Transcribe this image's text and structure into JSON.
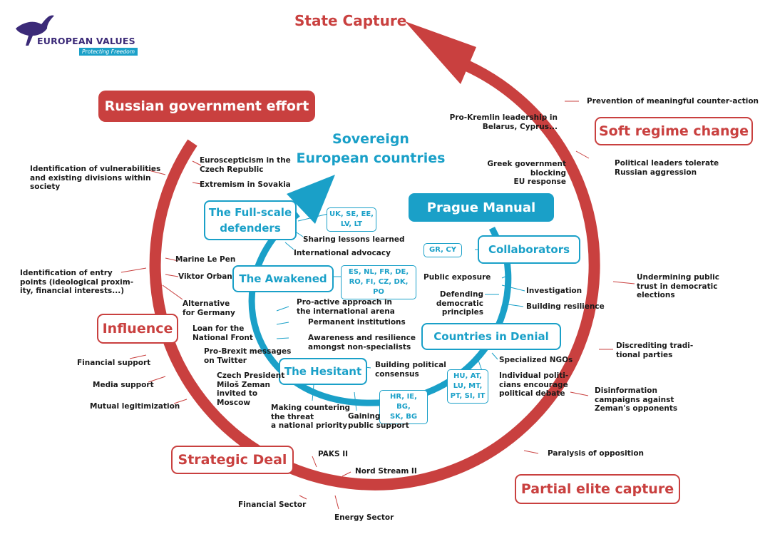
{
  "logo": {
    "name": "EUROPEAN VALUES",
    "tagline": "Protecting Freedom"
  },
  "state_capture": "State Capture",
  "stages": {
    "russian_effort": "Russian government effort",
    "soft_regime_change": "Soft regime change",
    "influence": "Influence",
    "strategic_deal": "Strategic Deal",
    "partial_elite_capture": "Partial elite capture"
  },
  "sovereign": "Sovereign\nEuropean countries",
  "prague_manual": "Prague Manual",
  "groups": {
    "full_scale": "The Full-scale\ndefenders",
    "awakened": "The Awakened",
    "hesitant": "The Hesitant",
    "collaborators": "Collaborators",
    "denial": "Countries in Denial"
  },
  "codes": {
    "full_scale": "UK, SE, EE,\nLV, LT",
    "awakened": "ES, NL, FR, DE,\nRO, FI, CZ, DK, PO",
    "hesitant": "HR, IE, BG,\nSK, BG",
    "collaborators": "GR, CY",
    "denial": "HU, AT,\nLU, MT,\nPT, SI, IT"
  },
  "labels": {
    "prevention": "Prevention of meaningful counter-action",
    "pro_kremlin": "Pro-Kremlin leadership in\nBelarus, Cyprus...",
    "greek": "Greek government blocking\nEU response",
    "tolerate": "Political leaders tolerate\nRussian aggression",
    "vulnerabilities": "Identification of vulnerabilities\nand existing divisions within\nsociety",
    "euroscepticism": "Euroscepticism in the\nCzech Republic",
    "extremism": "Extremism in Sovakia",
    "sharing": "Sharing lessons learned",
    "advocacy": "International advocacy",
    "le_pen": "Marine Le Pen",
    "orban": "Viktor Orban",
    "afd": "Alternative\nfor Germany",
    "entry_points": "Identification of entry\npoints (ideological proxim-\nity, financial interests...)",
    "public_exposure": "Public exposure",
    "investigation": "Investigation",
    "defending": "Defending\ndemocratic principles",
    "resilience": "Building resilience",
    "undermining": "Undermining public\ntrust in democratic\nelections",
    "proactive": "Pro-active approach in\nthe international arena",
    "permanent": "Permanent institutions",
    "awareness": "Awareness and resilience\namongst non-specialists",
    "loan": "Loan for the\nNational Front",
    "financial_support": "Financial support",
    "brexit": "Pro-Brexit messages\non Twitter",
    "media_support": "Media support",
    "zeman": "Czech President\nMiloš Zeman\ninvited to\nMoscow",
    "mutual": "Mutual legitimization",
    "consensus": "Building political\nconsensus",
    "specialized_ngos": "Specialized NGOs",
    "individual": "Individual politi-\ncians encourage\npolitical debate",
    "discrediting": "Discrediting tradi-\ntional parties",
    "disinformation": "Disinformation\ncampaigns against\nZeman's opponents",
    "national_priority": "Making countering\nthe threat\na national priority",
    "public_support": "Gaining\npublic support",
    "paks": "PAKS II",
    "nord_stream": "Nord Stream II",
    "paralysis": "Paralysis of opposition",
    "financial_sector": "Financial Sector",
    "energy_sector": "Energy Sector"
  },
  "colors": {
    "red": "#c9403f",
    "blue": "#1aa0c8",
    "purple": "#3b2a78"
  },
  "icons": {
    "logo": "pegasus-icon"
  }
}
